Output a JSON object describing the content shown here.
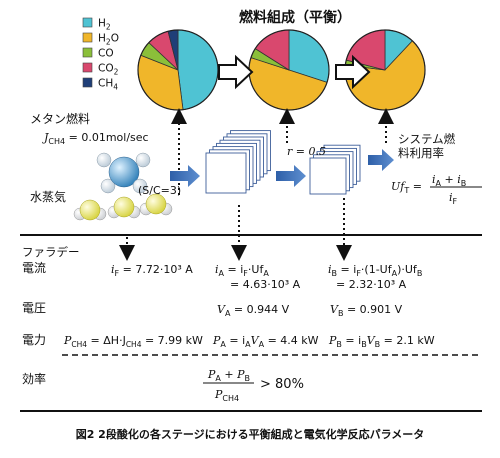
{
  "pie_title": "燃料組成（平衡）",
  "legend": [
    {
      "color": "#4fc3d3",
      "main": "H",
      "sub": "2",
      "tail": ""
    },
    {
      "color": "#f0b62a",
      "main": "H",
      "sub": "2",
      "tail": "O"
    },
    {
      "color": "#8bbf3a",
      "main": "CO",
      "sub": "",
      "tail": ""
    },
    {
      "color": "#d9486e",
      "main": "CO",
      "sub": "2",
      "tail": ""
    },
    {
      "color": "#1f3f78",
      "main": "CH",
      "sub": "4",
      "tail": ""
    }
  ],
  "chart_data": [
    {
      "type": "pie",
      "labels": [
        "H2",
        "H2O",
        "CO",
        "CO2",
        "CH4"
      ],
      "values": [
        48,
        33,
        6,
        9,
        4
      ]
    },
    {
      "type": "pie",
      "labels": [
        "H2",
        "H2O",
        "CO",
        "CO2",
        "CH4"
      ],
      "values": [
        30,
        50,
        4,
        16,
        0
      ]
    },
    {
      "type": "pie",
      "labels": [
        "H2",
        "H2O",
        "CO",
        "CO2",
        "CH4"
      ],
      "values": [
        12,
        65,
        2,
        21,
        0
      ]
    }
  ],
  "methane": {
    "label": "メタン燃料",
    "flow_var": "J",
    "flow_sub": "CH4",
    "flow_val": " = 0.01mol/sec"
  },
  "steam": {
    "label": "水蒸気",
    "sc": "(S/C=3)"
  },
  "r_label": "r = 0.5",
  "system": {
    "label_line1": "システム燃",
    "label_line2": "料利用率",
    "uf": "Uf",
    "uf_sub": "T",
    "eq": " = ",
    "num": "i",
    "num_a": "A",
    "num_plus": " + ",
    "num_b": "B",
    "den": "i",
    "den_sub": "F"
  },
  "rows": {
    "faraday_label": "ファラデー",
    "current_label": "電流",
    "voltage_label": "電圧",
    "power_label": "電力",
    "efficiency_label": "効率"
  },
  "current": {
    "f": "i",
    "f_sub": "F",
    "f_val": " = 7.72·10³ A",
    "a_line1": "i",
    "a_sub": "A",
    "a_expr": " = i",
    "a_expr_sub": "F",
    "a_expr2": "·Uf",
    "a_expr2_sub": "A",
    "a_line2": "= 4.63·10³ A",
    "b_line1": "i",
    "b_sub": "B",
    "b_expr": " = i",
    "b_expr_sub": "F",
    "b_expr2": "·(1-Uf",
    "b_expr2_sub": "A",
    "b_expr3": ")·Uf",
    "b_expr3_sub": "B",
    "b_line2": "= 2.32·10³ A"
  },
  "voltage": {
    "a": "V",
    "a_sub": "A",
    "a_val": " = 0.944 V",
    "b": "V",
    "b_sub": "B",
    "b_val": " = 0.901 V"
  },
  "power": {
    "ch4": "P",
    "ch4_sub": "CH4",
    "ch4_val": " = ΔH·J",
    "ch4_val_sub": "CH4",
    "ch4_res": " = 7.99 kW",
    "a": "P",
    "a_sub": "A",
    "a_val": " = i",
    "a_val_sub": "A",
    "a_val2": "V",
    "a_val2_sub": "A",
    "a_res": " = 4.4 kW",
    "b": "P",
    "b_sub": "B",
    "b_val": " = i",
    "b_val_sub": "B",
    "b_val2": "V",
    "b_val2_sub": "B",
    "b_res": " = 2.1 kW"
  },
  "efficiency": {
    "num_a": "P",
    "num_a_sub": "A",
    "plus": " + ",
    "num_b": "P",
    "num_b_sub": "B",
    "den": "P",
    "den_sub": "CH4",
    "result": "> 80%"
  },
  "caption": "図2 2段酸化の各ステージにおける平衡組成と電気化学反応パラメータ"
}
